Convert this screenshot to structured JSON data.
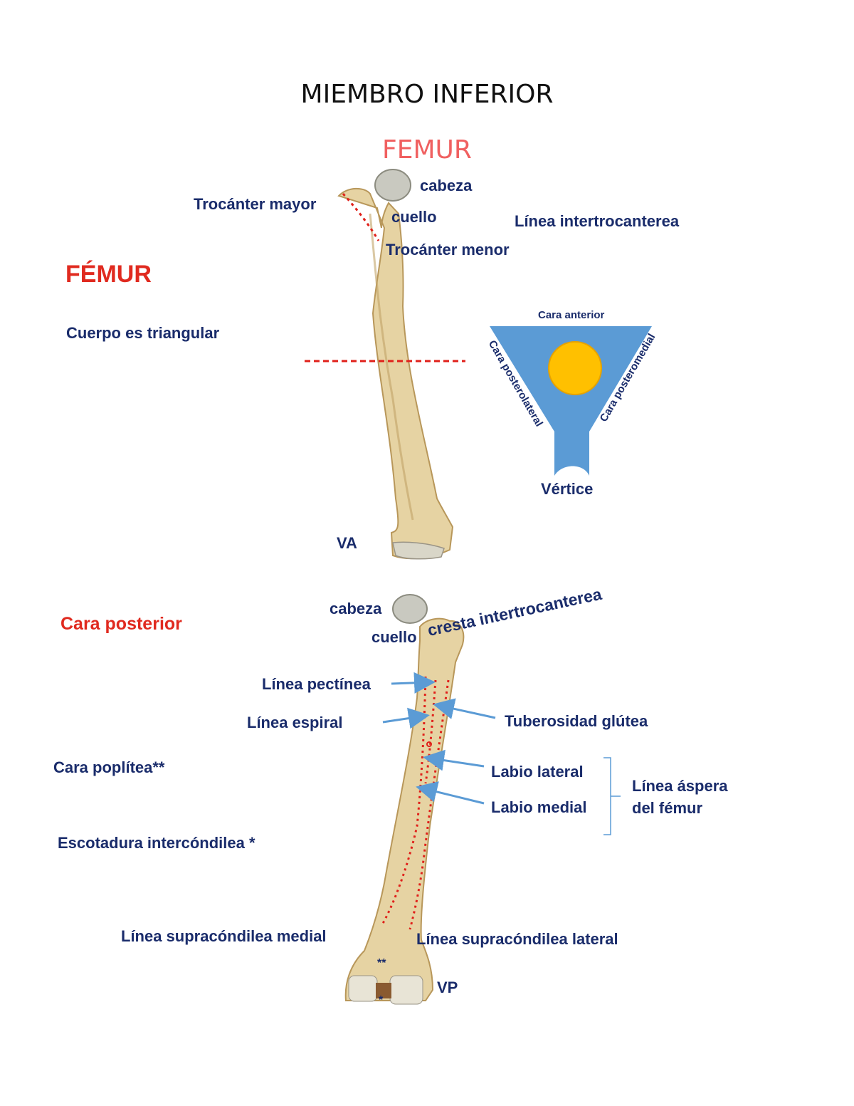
{
  "document": {
    "title": "MIEMBRO INFERIOR",
    "subtitle": "FEMUR"
  },
  "colors": {
    "label_blue": "#1a2c6b",
    "heading_red": "#e02a1f",
    "subtitle_red": "#f06060",
    "bone": "#e6d3a3",
    "bone_shadow": "#c2a468",
    "triangle_blue": "#5b9bd5",
    "circle_yellow": "#ffc000",
    "arrow_blue": "#5b9bd5",
    "dotted_red": "#e0201a"
  },
  "anterior_view": {
    "heading": "FÉMUR",
    "note": "Cuerpo es triangular",
    "labels": {
      "cabeza": "cabeza",
      "trocanter_mayor": "Trocánter mayor",
      "cuello": "cuello",
      "linea_intertrocanterea": "Línea intertrocanterea",
      "trocanter_menor": "Trocánter menor",
      "view": "VA"
    },
    "cross_section": {
      "top": "Cara anterior",
      "left": "Cara posterolateral",
      "right": "Cara posteromedial",
      "bottom": "Vértice"
    }
  },
  "posterior_view": {
    "heading": "Cara posterior",
    "labels": {
      "cabeza": "cabeza",
      "cuello": "cuello",
      "cresta": "cresta intertrocanterea",
      "linea_pectinea": "Línea pectínea",
      "linea_espiral": "Línea espiral",
      "tuberosidad": "Tuberosidad glútea",
      "cara_poplitea": "Cara poplítea**",
      "labio_lateral": "Labio lateral",
      "labio_medial": "Labio medial",
      "linea_aspera_1": "Línea áspera",
      "linea_aspera_2": "del fémur",
      "escotadura": "Escotadura intercóndilea *",
      "supracondilea_medial": "Línea supracóndilea medial",
      "supracondilea_lateral": "Línea supracóndilea lateral",
      "view": "VP",
      "mark_double": "**",
      "mark_single": "*"
    }
  }
}
